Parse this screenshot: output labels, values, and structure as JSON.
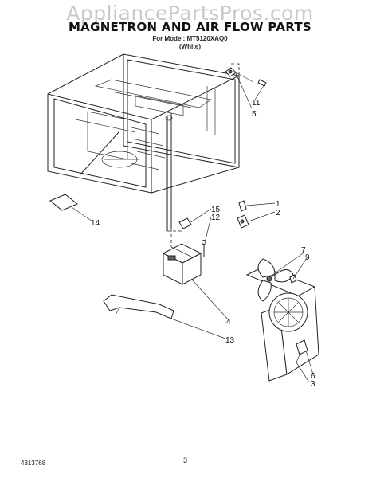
{
  "watermark": "AppliancePartsPros.com",
  "title": "MAGNETRON AND AIR FLOW PARTS",
  "model_line": "For Model: MT5120XAQ0",
  "color_line": "(White)",
  "footer": {
    "doc_number": "4313768",
    "page": "3"
  },
  "callouts": [
    "11",
    "5",
    "1",
    "2",
    "14",
    "15",
    "12",
    "7",
    "9",
    "4",
    "13",
    "6",
    "3"
  ]
}
